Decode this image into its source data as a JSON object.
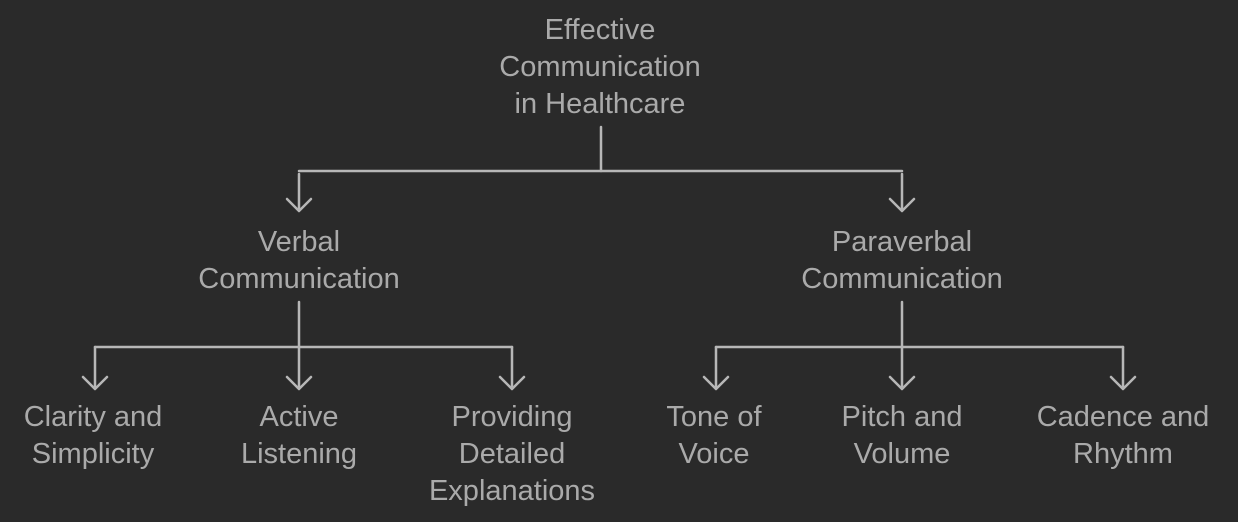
{
  "diagram": {
    "title": "Effective Communication in Healthcare mind map",
    "colors": {
      "background": "#2a2a2a",
      "line": "#b7b7b7",
      "text": "#aaaaaa"
    },
    "nodes": {
      "root": {
        "lines": [
          "Effective",
          "Communication",
          "in Healthcare"
        ]
      },
      "verbal": {
        "lines": [
          "Verbal",
          "Communication"
        ]
      },
      "paraverbal": {
        "lines": [
          "Paraverbal",
          "Communication"
        ]
      },
      "clarity": {
        "lines": [
          "Clarity and",
          "Simplicity"
        ]
      },
      "active": {
        "lines": [
          "Active",
          "Listening"
        ]
      },
      "providing": {
        "lines": [
          "Providing",
          "Detailed",
          "Explanations"
        ]
      },
      "tone": {
        "lines": [
          "Tone of",
          "Voice"
        ]
      },
      "pitch": {
        "lines": [
          "Pitch and",
          "Volume"
        ]
      },
      "cadence": {
        "lines": [
          "Cadence and",
          "Rhythm"
        ]
      }
    },
    "edges": [
      {
        "from": "Effective Communication in Healthcare",
        "to": "Verbal Communication"
      },
      {
        "from": "Effective Communication in Healthcare",
        "to": "Paraverbal Communication"
      },
      {
        "from": "Verbal Communication",
        "to": "Clarity and Simplicity"
      },
      {
        "from": "Verbal Communication",
        "to": "Active Listening"
      },
      {
        "from": "Verbal Communication",
        "to": "Providing Detailed Explanations"
      },
      {
        "from": "Paraverbal Communication",
        "to": "Tone of Voice"
      },
      {
        "from": "Paraverbal Communication",
        "to": "Pitch and Volume"
      },
      {
        "from": "Paraverbal Communication",
        "to": "Cadence and Rhythm"
      }
    ]
  }
}
